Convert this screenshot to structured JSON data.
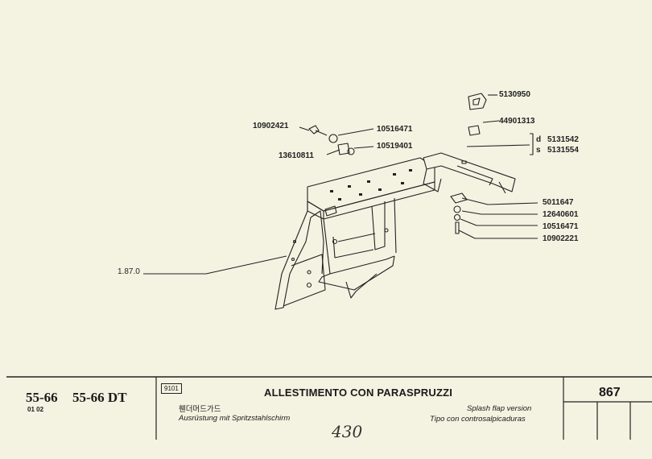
{
  "part_numbers": {
    "p5130950": "5130950",
    "p44901313": "44901313",
    "p10902421": "10902421",
    "p10516471_top": "10516471",
    "p10519401": "10519401",
    "p13610811": "13610811",
    "d_label": "d",
    "s_label": "s",
    "p5131542": "5131542",
    "p5131554": "5131554",
    "p5011647": "5011647",
    "p12640601": "12640601",
    "p10516471_bottom": "10516471",
    "p10902221": "10902221",
    "p187": "1.87.0"
  },
  "footer": {
    "model_a": "55-66",
    "model_b": "55-66 DT",
    "model_sub": "01 02",
    "code": "9101",
    "title_it": "ALLESTIMENTO CON PARASPRUZZI",
    "title_ko": "휀더머드가드",
    "title_de": "Ausrüstung mit Spritzstahlschirm",
    "title_en": "Splash flap version",
    "title_es": "Tipo con controsalpicaduras",
    "page": "867",
    "handwritten": "430"
  }
}
